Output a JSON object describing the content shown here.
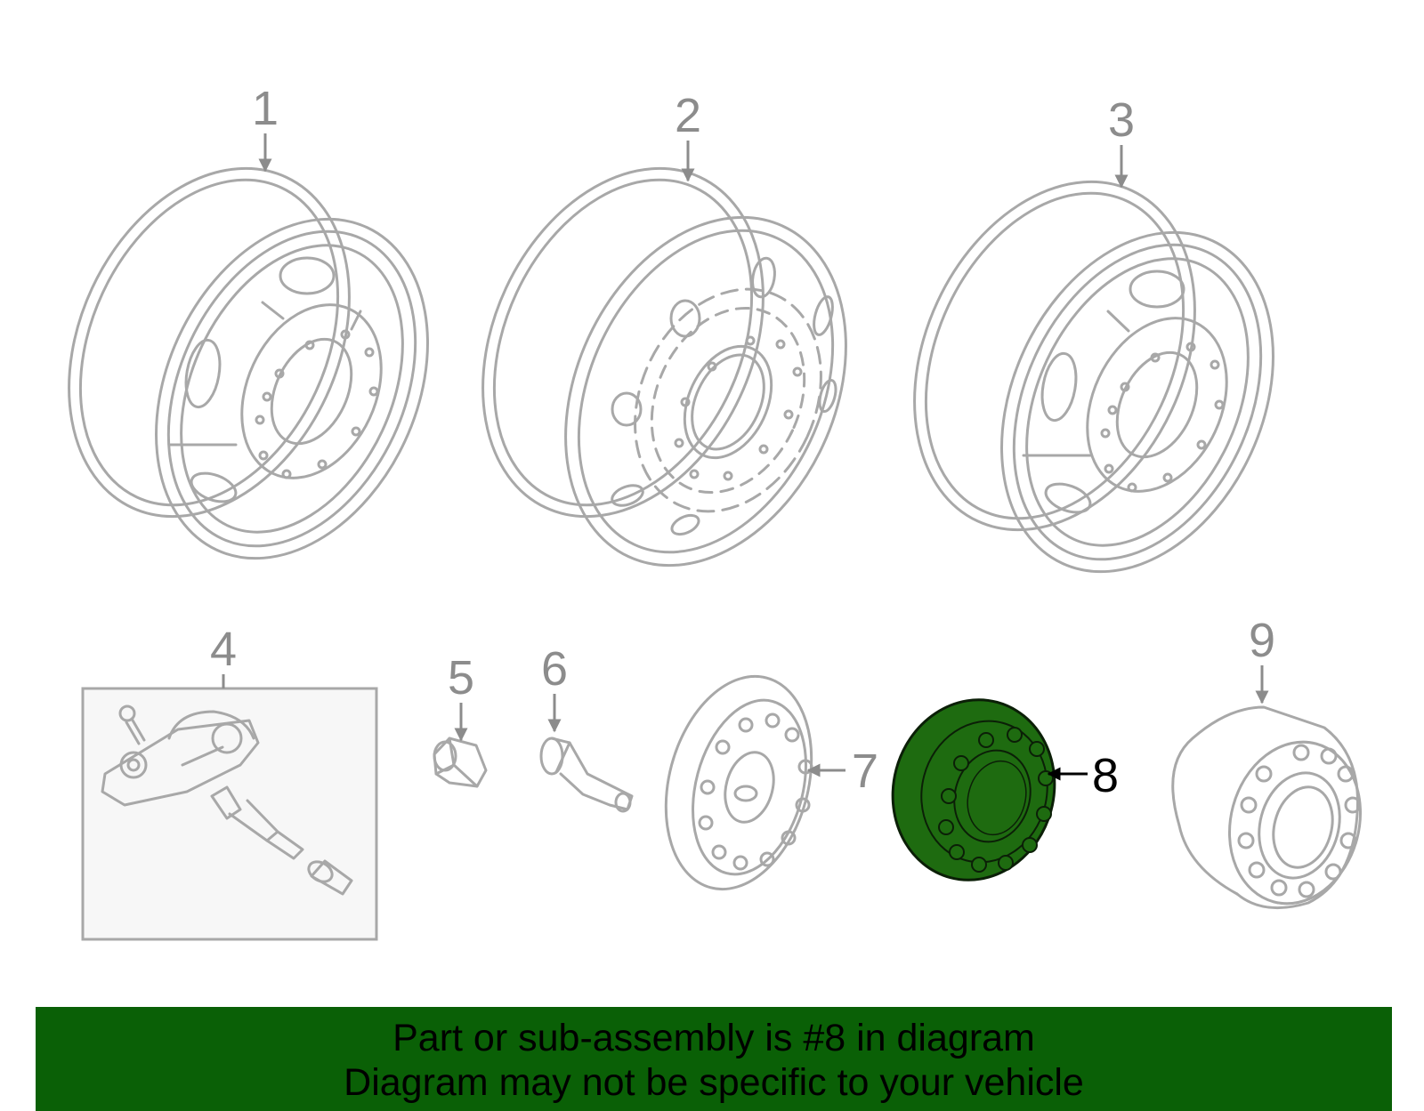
{
  "callouts": [
    {
      "number": "1"
    },
    {
      "number": "2"
    },
    {
      "number": "3"
    },
    {
      "number": "4"
    },
    {
      "number": "5"
    },
    {
      "number": "6"
    },
    {
      "number": "7"
    },
    {
      "number": "8"
    },
    {
      "number": "9"
    }
  ],
  "highlighted_part": "8",
  "colors": {
    "line_art": "#a8a8a8",
    "label": "#8c8c8c",
    "highlight_fill": "#1e6b10",
    "highlight_stroke": "#0b1f07",
    "banner": "#0a6006"
  },
  "banner": {
    "line1": "Part or sub-assembly is #8 in diagram",
    "line2": "Diagram may not be specific to your vehicle"
  }
}
